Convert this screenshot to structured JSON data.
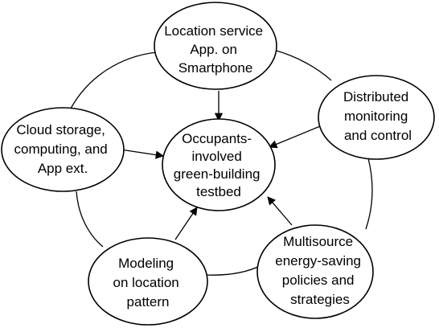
{
  "nodes": {
    "center": {
      "lines": [
        "Occupants-",
        "involved",
        "green-building",
        "testbed"
      ]
    },
    "location_service": {
      "lines": [
        "Location service",
        "App. on",
        "Smartphone"
      ]
    },
    "distributed": {
      "lines": [
        "Distributed",
        "monitoring",
        "and control"
      ]
    },
    "cloud": {
      "lines": [
        "Cloud storage,",
        "computing, and",
        "App ext."
      ]
    },
    "modeling": {
      "lines": [
        "Modeling",
        "on  location",
        "pattern"
      ]
    },
    "multisource": {
      "lines": [
        "Multisource",
        "energy-saving",
        "policies and",
        "strategies"
      ]
    }
  }
}
